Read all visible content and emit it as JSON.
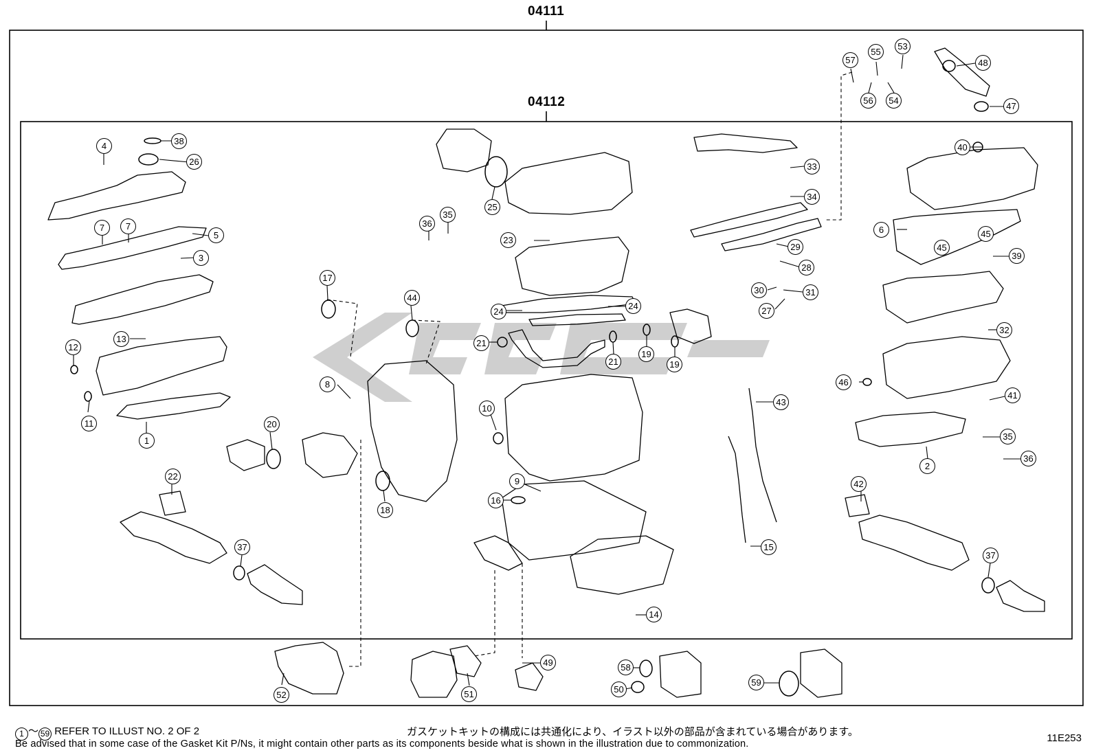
{
  "groups": {
    "outer_kit": "04111",
    "inner_kit": "04112"
  },
  "callouts": [
    "1",
    "2",
    "3",
    "4",
    "5",
    "6",
    "7",
    "7",
    "8",
    "9",
    "10",
    "11",
    "12",
    "13",
    "14",
    "15",
    "16",
    "17",
    "18",
    "19",
    "19",
    "20",
    "21",
    "21",
    "22",
    "23",
    "24",
    "24",
    "25",
    "26",
    "27",
    "28",
    "29",
    "30",
    "31",
    "32",
    "33",
    "34",
    "35",
    "35",
    "36",
    "36",
    "37",
    "37",
    "38",
    "39",
    "40",
    "41",
    "42",
    "43",
    "44",
    "45",
    "45",
    "46",
    "47",
    "48",
    "49",
    "50",
    "51",
    "52",
    "53",
    "54",
    "55",
    "56",
    "57",
    "58",
    "59"
  ],
  "footer": {
    "range_from": "1",
    "range_sep": "～",
    "range_to": "59",
    "refer_text": "REFER TO ILLUST NO. 2 OF 2",
    "japanese_note": "ガスケットキットの構成には共通化により、イラスト以外の部品が含まれている場合があります。",
    "english_note": "Be advised that in some case of the Gasket Kit P/Ns,  it might contain other parts as its components beside what is shown in the illustration due to commonization.",
    "illustration_code": "11E253"
  },
  "watermark": {
    "color": "#9a9a9a"
  }
}
